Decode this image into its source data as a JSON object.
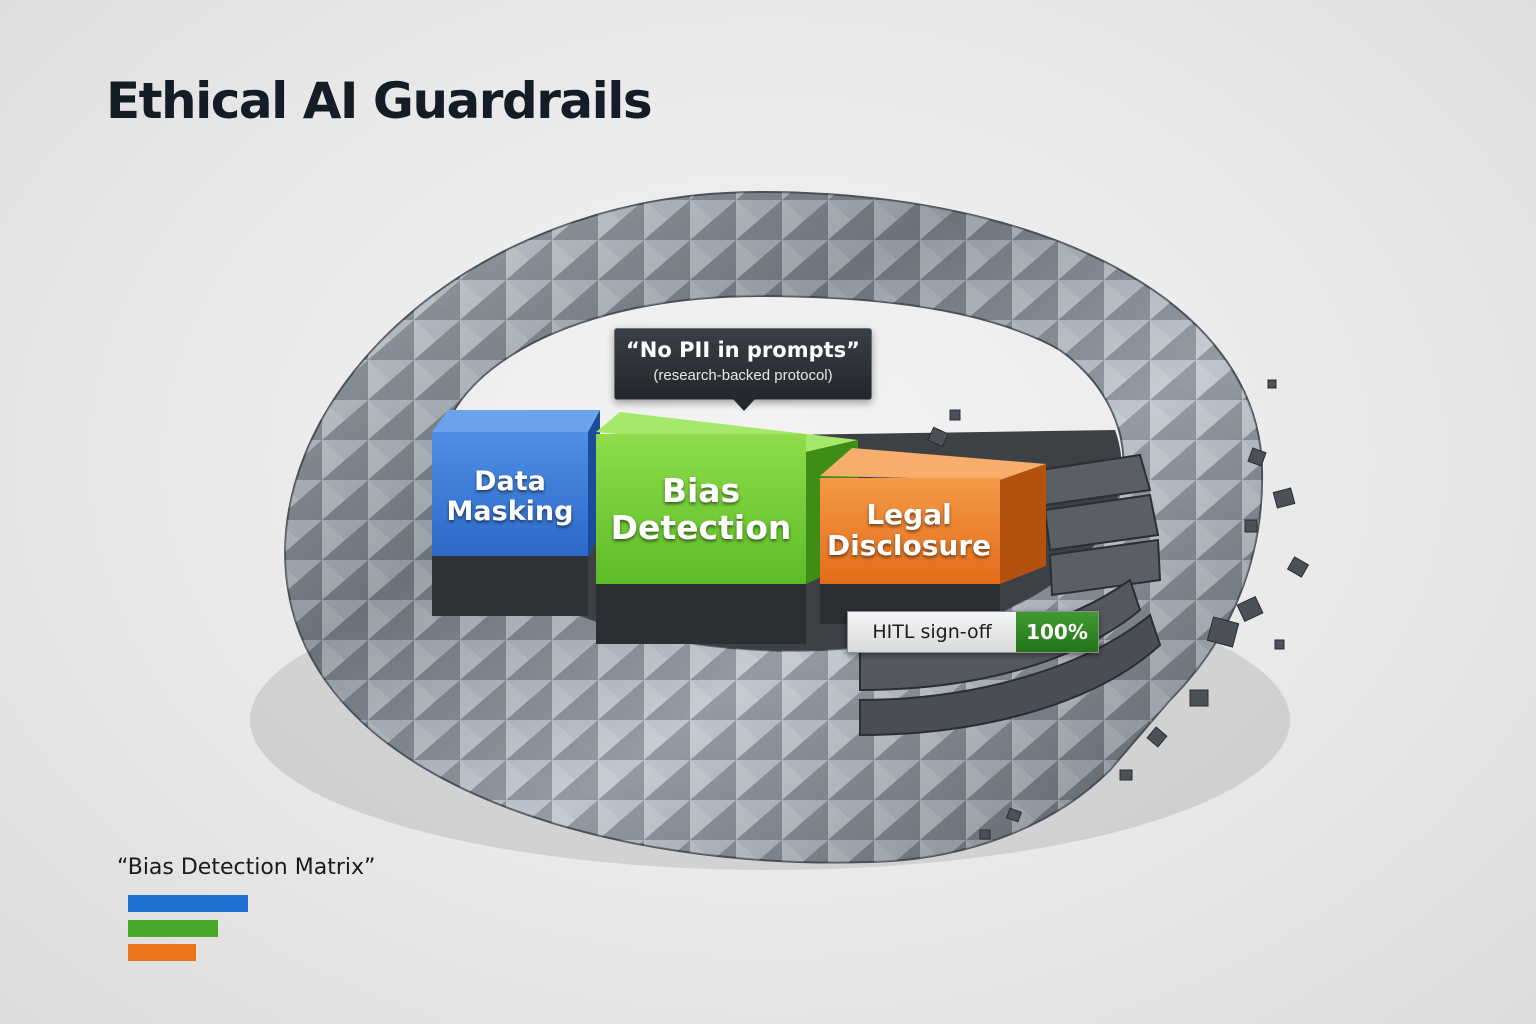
{
  "title": "Ethical AI Guardrails",
  "callout": {
    "main": "“No PII in prompts”",
    "sub": "(research-backed protocol)"
  },
  "blocks": [
    {
      "label": "Data Masking",
      "color": "#1f5fc4"
    },
    {
      "label": "Bias Detection",
      "color": "#4caf1e"
    },
    {
      "label": "Legal Disclosure",
      "color": "#ea6a14"
    }
  ],
  "hitl": {
    "label": "HITL sign-off",
    "value": "100%",
    "progress": 1.0
  },
  "matrix": {
    "title": "“Bias Detection Matrix”",
    "bars": [
      {
        "color": "#1f6fd1",
        "relative_length": 1.0
      },
      {
        "color": "#48a82a",
        "relative_length": 0.75
      },
      {
        "color": "#e8741c",
        "relative_length": 0.57
      }
    ]
  },
  "colors": {
    "title": "#141c26",
    "ring": "#8c929b",
    "background": "#e9e9e9"
  }
}
